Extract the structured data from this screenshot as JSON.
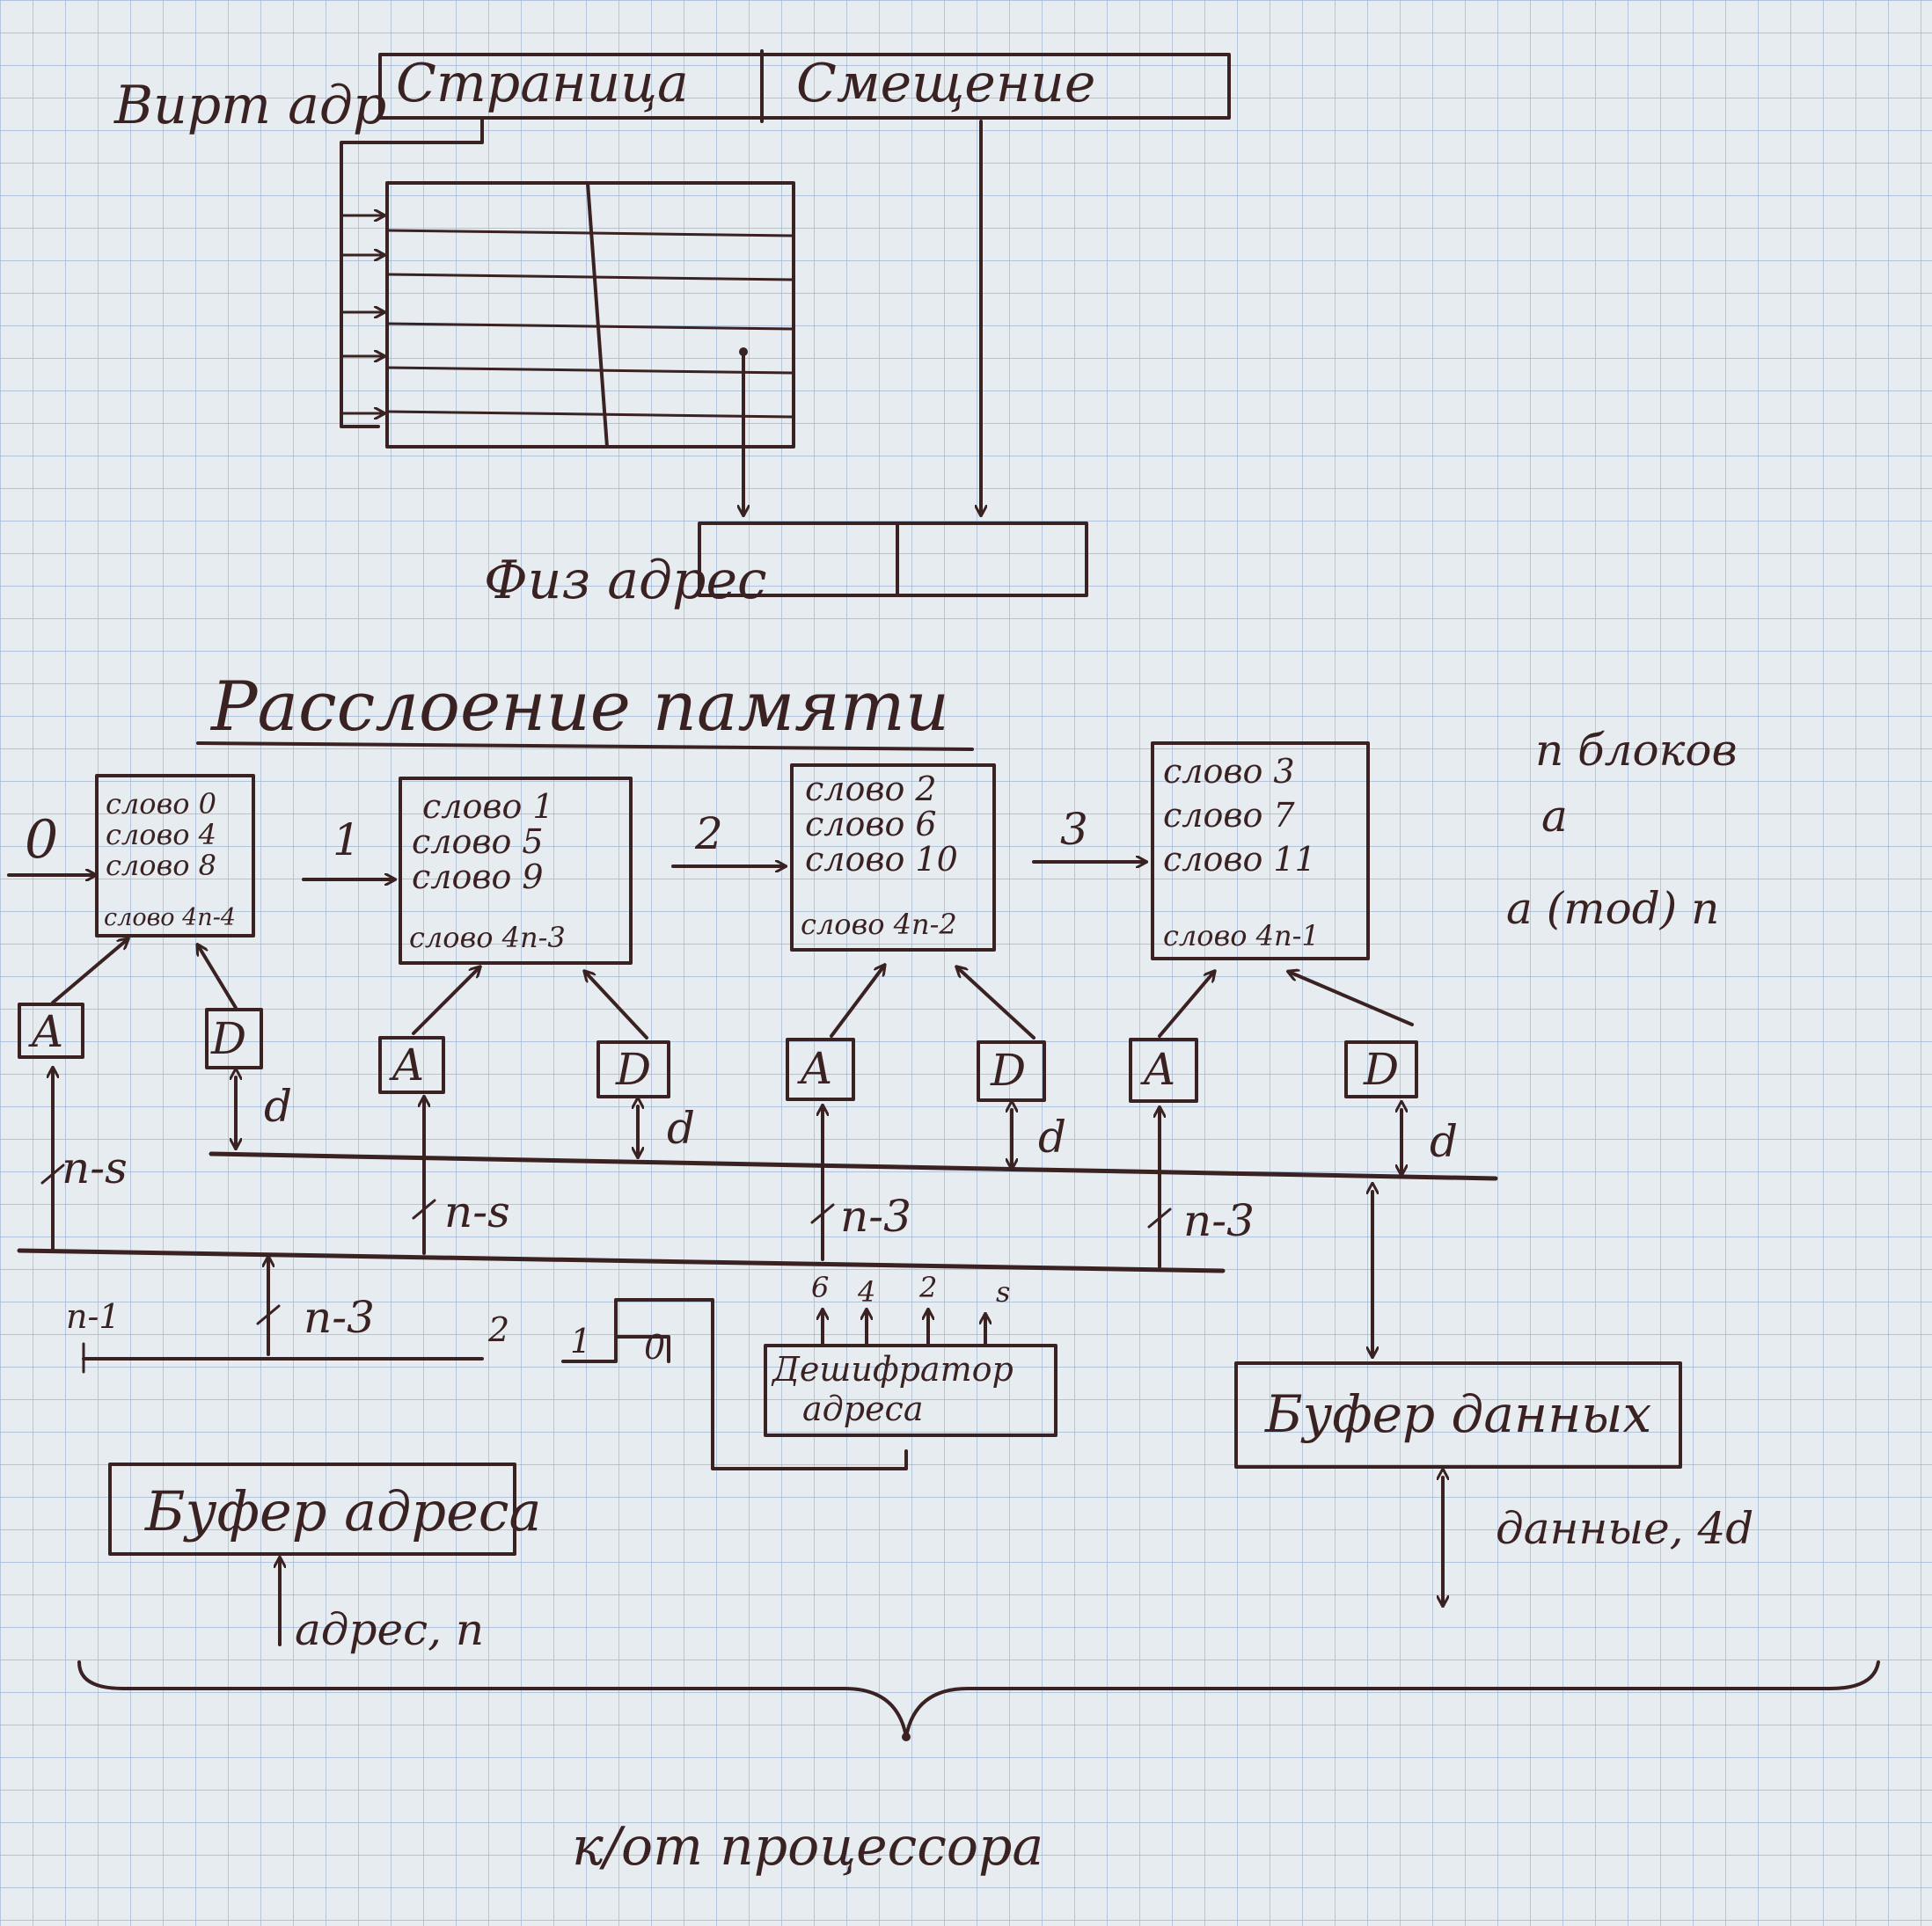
{
  "colors": {
    "ink": "#3a2222",
    "paper": "#e7ecf0",
    "grid": "#9fb6d4"
  },
  "virtual_address": {
    "label": "Вирт адр",
    "page": "Страница",
    "offset": "Смещение"
  },
  "physical_address": {
    "label": "Физ адрес"
  },
  "title": "Расслоение памяти",
  "notes": {
    "n_blocks": "n блоков",
    "a": "a",
    "a_mod_n": "a (mod) n"
  },
  "banks": [
    {
      "input": "0",
      "words": [
        "слово 0",
        "слово 4",
        "слово 8",
        "слово 4n-4"
      ]
    },
    {
      "input": "1",
      "words": [
        "слово 1",
        "слово 5",
        "слово 9",
        "слово 4n-3"
      ]
    },
    {
      "input": "2",
      "words": [
        "слово 2",
        "слово 6",
        "слово 10",
        "слово 4n-2"
      ]
    },
    {
      "input": "3",
      "words": [
        "слово 3",
        "слово 7",
        "слово 11",
        "слово 4n-1"
      ]
    }
  ],
  "registers": {
    "address": "A",
    "data": "D"
  },
  "bus_labels": {
    "d": "d",
    "n_minus_s": "n-s",
    "n_minus_3": "n-3",
    "n_minus_1": "n-1",
    "bit_2": "2",
    "bit_1": "1",
    "bit_0": "0"
  },
  "decoder": {
    "label_line1": "Дешифратор",
    "label_line2": "адреса",
    "pins": [
      "6",
      "4",
      "2",
      "s"
    ]
  },
  "address_buffer": {
    "label": "Буфер адреса",
    "input_label": "адрес, n"
  },
  "data_buffer": {
    "label": "Буфер данных",
    "output_label": "данные, 4d"
  },
  "processor": {
    "label": "к/от процессора"
  }
}
